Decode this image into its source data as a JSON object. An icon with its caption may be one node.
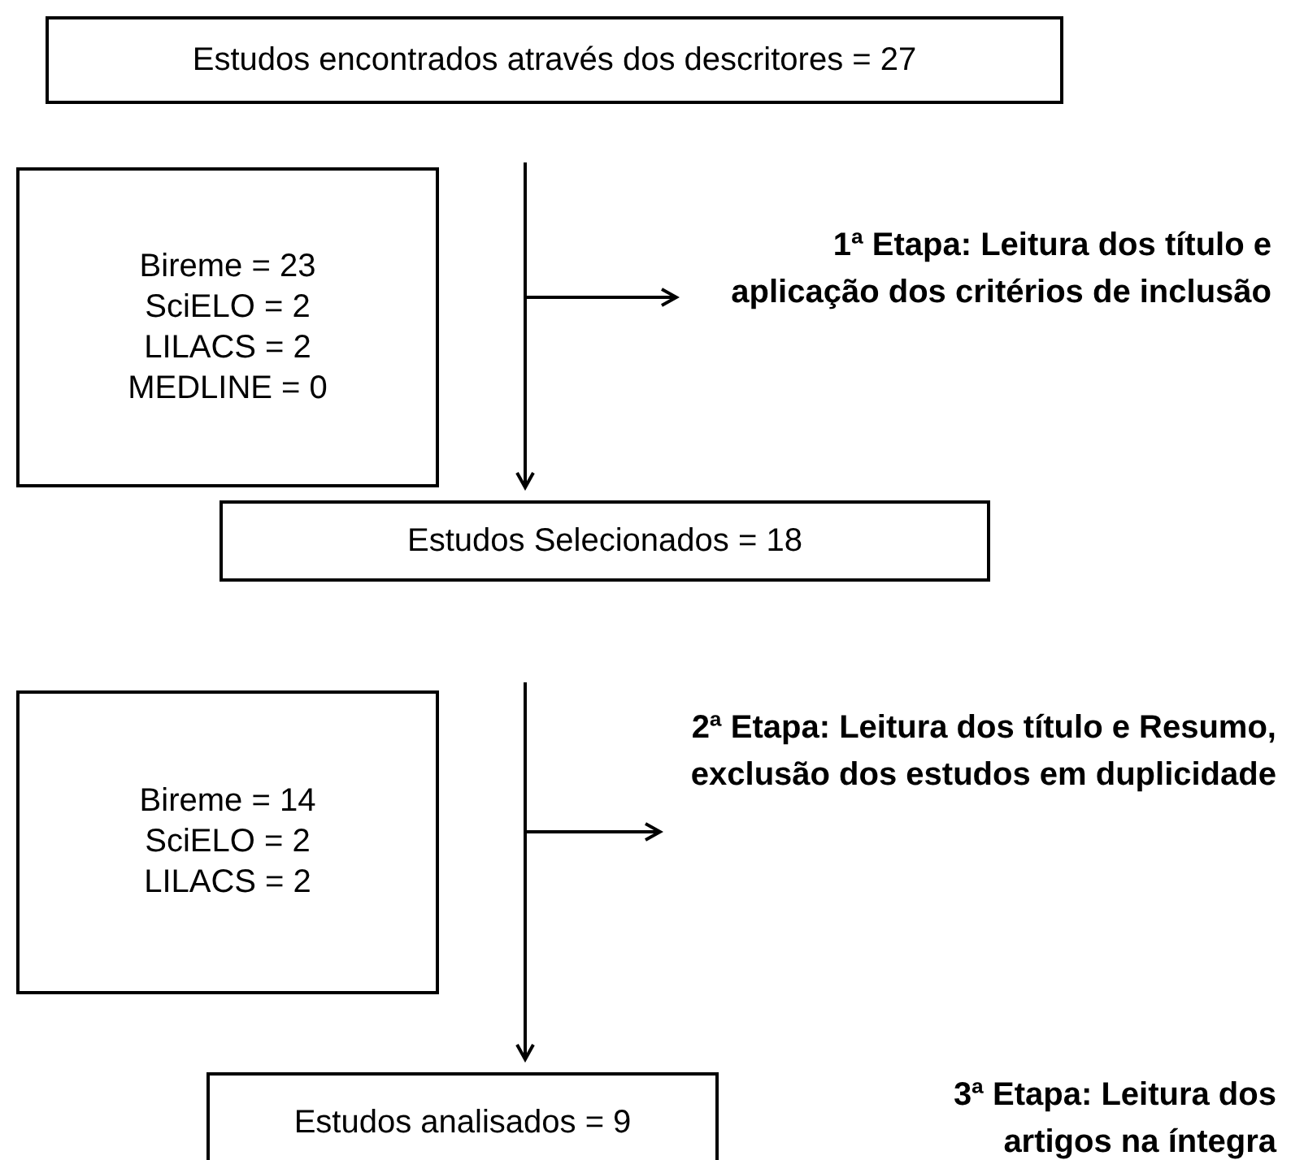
{
  "diagram": {
    "nodes": [
      {
        "text": [
          "Estudos encontrados através dos descritores =  27"
        ]
      },
      {
        "text": [
          "Bireme = 23",
          "SciELO = 2",
          "LILACS = 2",
          "MEDLINE = 0"
        ]
      },
      {
        "text": [
          "1ª Etapa: Leitura dos título e aplicação dos critérios de inclusão"
        ]
      },
      {
        "text": [
          "Estudos Selecionados = 18"
        ]
      },
      {
        "text": [
          "Bireme = 14",
          "SciELO = 2",
          "LILACS = 2"
        ]
      },
      {
        "text": [
          "2ª Etapa: Leitura dos título e Resumo, exclusão dos estudos em duplicidade"
        ]
      },
      {
        "text": [
          "Estudos analisados = 9"
        ]
      },
      {
        "text": [
          "3ª Etapa: Leitura dos artigos na íntegra"
        ]
      }
    ],
    "edges": [
      {
        "from": null,
        "to": 3,
        "arrow": "to"
      },
      {
        "from": null,
        "to": 2,
        "arrow": "to"
      },
      {
        "from": null,
        "to": 6,
        "arrow": "to"
      },
      {
        "from": null,
        "to": 5,
        "arrow": "to"
      }
    ]
  }
}
